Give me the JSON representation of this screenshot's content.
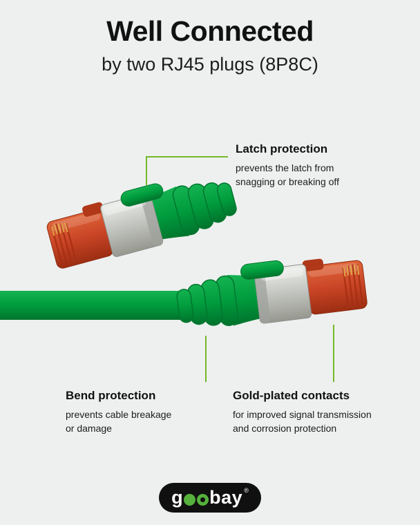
{
  "page": {
    "title": "Well Connected",
    "subtitle": "by two RJ45 plugs (8P8C)"
  },
  "callouts": {
    "latch": {
      "title": "Latch protection",
      "body": "prevents the latch from\nsnagging or breaking off"
    },
    "bend": {
      "title": "Bend protection",
      "body": "prevents cable breakage\nor damage"
    },
    "gold": {
      "title": "Gold-plated contacts",
      "body": "for improved signal transmission\nand corrosion protection"
    }
  },
  "logo": {
    "g": "g",
    "bay": "bay",
    "registered": "®"
  },
  "colors": {
    "background": "#edf0ef",
    "cable_green": "#009c3d",
    "callout_line_green": "#76b82a",
    "plug_red": "#c94426",
    "shield_metal": "#c6c8c4",
    "text_black": "#121212",
    "logo_green": "#55b03c"
  }
}
